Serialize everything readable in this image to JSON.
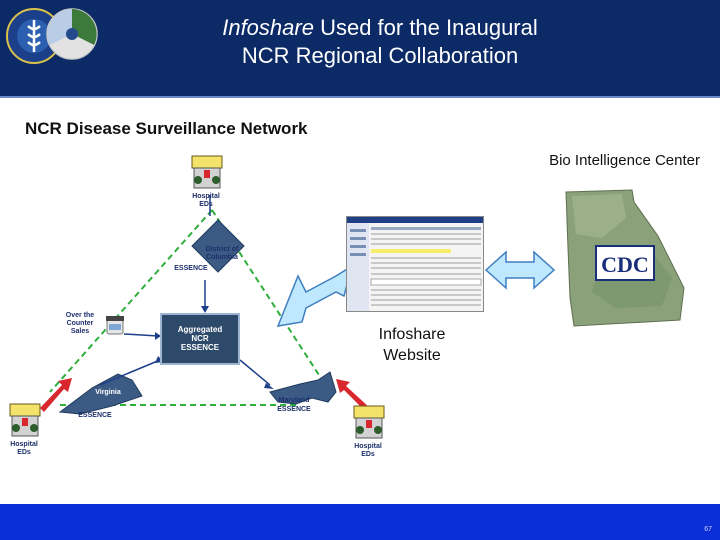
{
  "header": {
    "title_em": "Infoshare",
    "title_rest_line1": " Used for the Inaugural",
    "title_line2": "NCR Regional Collaboration"
  },
  "section_title": "NCR Disease Surveillance Network",
  "bio_center_label": "Bio Intelligence Center",
  "infoshare": {
    "line1": "Infoshare",
    "line2": "Website"
  },
  "cdc_logo": "CDC",
  "network": {
    "dc_label": "District of Columbia",
    "dc_essence": "ESSENCE",
    "aggregated": [
      "Aggregated",
      "NCR",
      "ESSENCE"
    ],
    "otc": [
      "Over the",
      "Counter",
      "Sales"
    ],
    "virginia": "Virginia",
    "virginia_essence": "ESSENCE",
    "maryland": "Maryland",
    "maryland_essence": "ESSENCE",
    "hospital_line1": "Hospital",
    "hospital_line2": "EDs"
  },
  "colors": {
    "header_bg": "#0b2a66",
    "footer_bg": "#0a2fd9",
    "triangle_line": "#2fae3c",
    "arrow_fill": "#bfe8ff",
    "red_arrow": "#d8282e"
  },
  "page_number": "67"
}
